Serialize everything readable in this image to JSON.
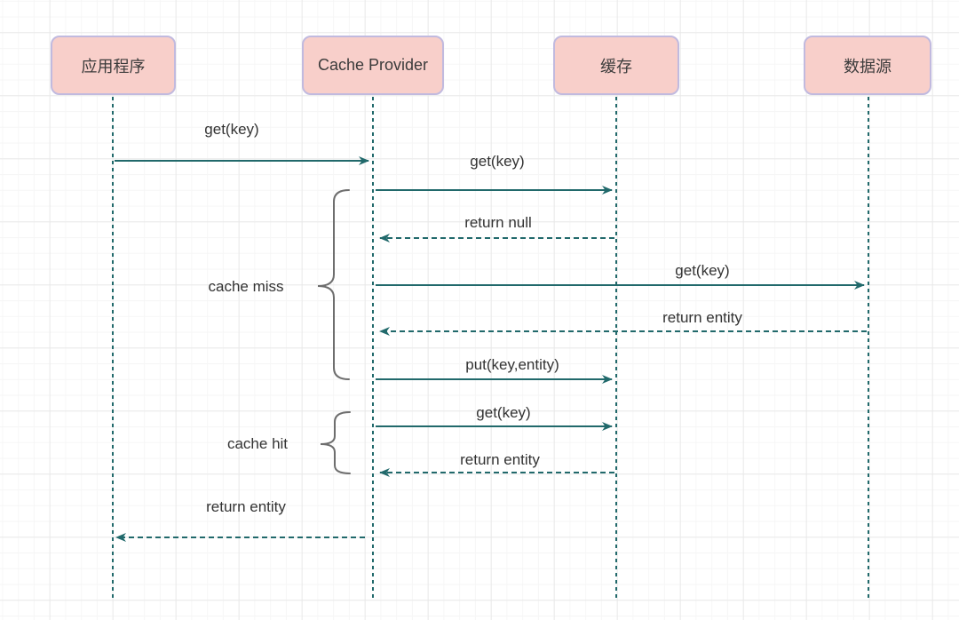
{
  "diagram": {
    "type": "sequence-diagram",
    "participants": [
      {
        "label": "应用程序"
      },
      {
        "label": "Cache Provider"
      },
      {
        "label": "缓存"
      },
      {
        "label": "数据源"
      }
    ],
    "messages": [
      {
        "label": "get(key)",
        "from": "应用程序",
        "to": "Cache Provider",
        "line": "solid"
      },
      {
        "label": "get(key)",
        "from": "Cache Provider",
        "to": "缓存",
        "line": "solid"
      },
      {
        "label": "return null",
        "from": "缓存",
        "to": "Cache Provider",
        "line": "dashed"
      },
      {
        "label": "get(key)",
        "from": "Cache Provider",
        "to": "数据源",
        "line": "solid"
      },
      {
        "label": "return entity",
        "from": "数据源",
        "to": "Cache Provider",
        "line": "dashed"
      },
      {
        "label": "put(key,entity)",
        "from": "Cache Provider",
        "to": "缓存",
        "line": "solid"
      },
      {
        "label": "get(key)",
        "from": "Cache Provider",
        "to": "缓存",
        "line": "solid"
      },
      {
        "label": "return entity",
        "from": "缓存",
        "to": "Cache Provider",
        "line": "dashed"
      },
      {
        "label": "return entity",
        "from": "Cache Provider",
        "to": "应用程序",
        "line": "dashed"
      }
    ],
    "annotations": [
      {
        "label": "cache miss",
        "covers_messages": [
          1,
          2,
          3,
          4,
          5
        ]
      },
      {
        "label": "cache hit",
        "covers_messages": [
          6,
          7
        ]
      }
    ],
    "colors": {
      "participant_fill": "#f8cfca",
      "participant_border": "#c1badf",
      "arrow": "#21696b",
      "text": "#333333",
      "brace": "#6e6e6e",
      "grid_major": "#e9e9e9",
      "grid_minor": "#f6f6f6"
    }
  }
}
